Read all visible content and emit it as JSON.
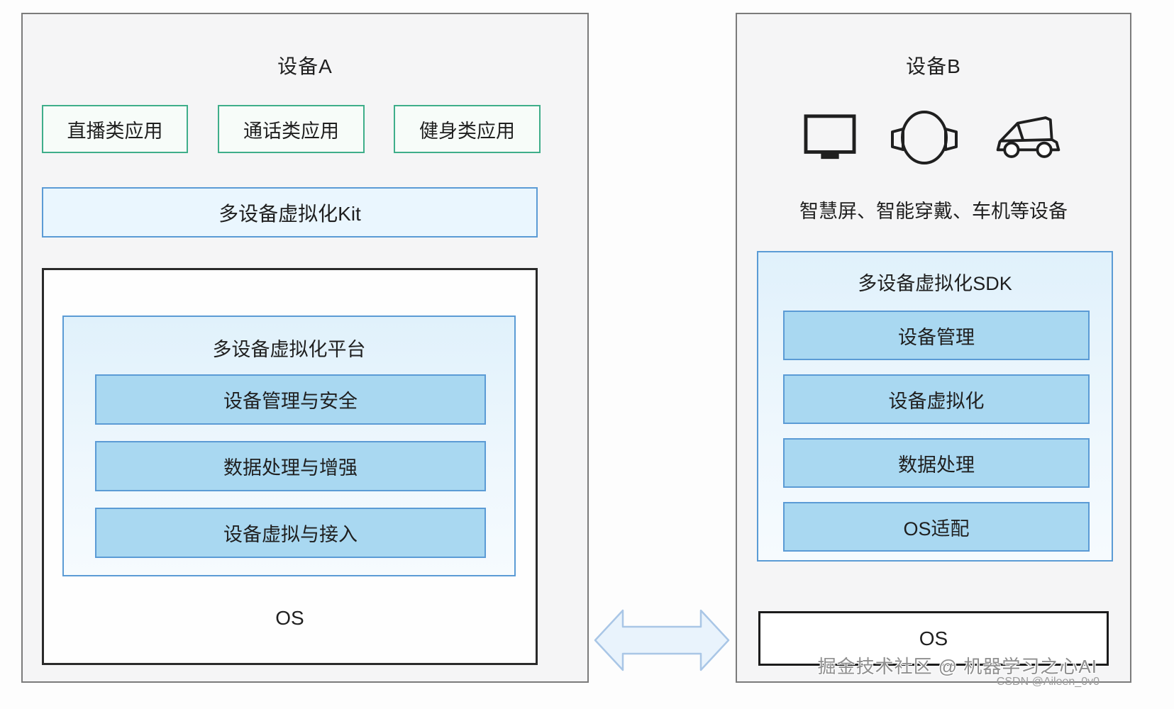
{
  "device_a": {
    "title": "设备A",
    "apps": [
      "直播类应用",
      "通话类应用",
      "健身类应用"
    ],
    "kit_label": "多设备虚拟化Kit",
    "platform": {
      "title": "多设备虚拟化平台",
      "modules": [
        "设备管理与安全",
        "数据处理与增强",
        "设备虚拟与接入"
      ]
    },
    "os_label": "OS"
  },
  "device_b": {
    "title": "设备B",
    "icons": [
      "smart-screen-icon",
      "smart-watch-icon",
      "car-icon"
    ],
    "caption": "智慧屏、智能穿戴、车机等设备",
    "sdk": {
      "title": "多设备虚拟化SDK",
      "modules": [
        "设备管理",
        "设备虚拟化",
        "数据处理",
        "OS适配"
      ]
    },
    "os_label": "OS"
  },
  "connector": {
    "type": "double-headed-arrow"
  },
  "watermark": {
    "line1": "掘金技术社区 @ 机器学习之心AI",
    "line2": "CSDN @Aileen_0v0"
  },
  "colors": {
    "panel_bg": "#f5f5f6",
    "panel_border": "#7b7b7b",
    "green_border": "#3fae8a",
    "green_fill": "#f7fcf9",
    "blue_border": "#5b9bd5",
    "light_blue_fill": "#eaf6fe",
    "module_fill": "#a9d8f1",
    "black_border": "#2a2a2a",
    "arrow_fill": "#e9f3fc",
    "arrow_border": "#a9c6e6"
  }
}
